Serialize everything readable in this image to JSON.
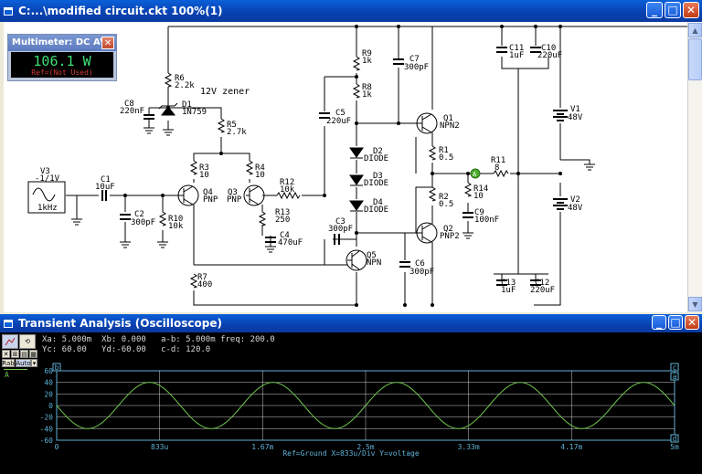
{
  "window": {
    "title": "C:...\\modified circuit.ckt 100%(1)"
  },
  "multimeter": {
    "title": "Multimeter: DC AVG",
    "value": "106.1 W",
    "ref": "Ref=(Not Used)"
  },
  "components": {
    "r6": "R6",
    "r6v": "2.2k",
    "c8": "C8",
    "c8v": "220nF",
    "d1": "D1",
    "d1v": "1N759",
    "zener": "12V zener",
    "r5": "R5",
    "r5v": "2.7k",
    "r3": "R3",
    "r3v": "10",
    "r4": "R4",
    "r4v": "10",
    "q4": "Q4",
    "q4v": "PNP",
    "q3": "Q3",
    "q3v": "PNP",
    "r12": "R12",
    "r12v": "10k",
    "r13": "R13",
    "r13v": "250",
    "c4": "C4",
    "c4v": "470uF",
    "v3": "V3",
    "v3v": "-1/1V",
    "v3f": "1kHz",
    "c1": "C1",
    "c1v": "10uF",
    "c2": "C2",
    "c2v": "300pF",
    "r10": "R10",
    "r10v": "10k",
    "r7": "R7",
    "r7v": "400",
    "r9": "R9",
    "r9v": "1k",
    "r8": "R8",
    "r8v": "1k",
    "c7": "C7",
    "c7v": "300pF",
    "c5": "C5",
    "c5v": "220uF",
    "d2": "D2",
    "d3": "D3",
    "d4": "D4",
    "diode": "DIODE",
    "q1": "Q1",
    "q1v": "NPN2",
    "r1": "R1",
    "r1v": "0.5",
    "r2": "R2",
    "r2v": "0.5",
    "q2": "Q2",
    "q2v": "PNP2",
    "c3": "C3",
    "c3v": "300pF",
    "q5": "Q5",
    "q5v": "NPN",
    "c6": "C6",
    "c6v": "300pF",
    "r11": "R11",
    "r11v": "8",
    "r14": "R14",
    "r14v": "10",
    "c9": "C9",
    "c9v": "100nF",
    "c11": "C11",
    "c11v": "1uF",
    "c10": "C10",
    "c10v": "220uF",
    "v1": "V1",
    "v1v": "48V",
    "v2": "V2",
    "v2v": "48V",
    "c13": "C13",
    "c13v": "1uF",
    "c12": "C12",
    "c12v": "220uF",
    "probe": "A"
  },
  "oscilloscope": {
    "title": "Transient Analysis (Oscilloscope)",
    "readout_line1": "Xa: 5.000m  Xb: 0.000   a-b: 5.000m freq: 200.0",
    "readout_line2": "Yc: 60.00   Yd:-60.00   c-d: 120.0",
    "tool_rab": "Rab",
    "tool_auto": "Auto",
    "trace_label": "A",
    "footer": "Ref=Ground  X=833u/Div Y=voltage",
    "cursor_a": "a",
    "cursor_b": "b",
    "cursor_c": "c",
    "cursor_d": "d",
    "colors": {
      "trace": "#6fc64e",
      "axes": "#5fb1d6",
      "grid": "#ffffff"
    }
  },
  "chart_data": {
    "type": "line",
    "x_tick_labels": [
      "0",
      "833u",
      "1.67m",
      "2.5m",
      "3.33m",
      "4.17m",
      "5m"
    ],
    "y_tick_labels": [
      "60",
      "40",
      "20",
      "0",
      "-20",
      "-40",
      "-60"
    ],
    "xlim": [
      0,
      0.005
    ],
    "ylim": [
      -60,
      60
    ],
    "grid": true,
    "series": [
      {
        "name": "A",
        "waveform": "sine",
        "amplitude": 40,
        "offset": 0,
        "frequency_hz": 1000,
        "phase": "inverted"
      }
    ]
  }
}
